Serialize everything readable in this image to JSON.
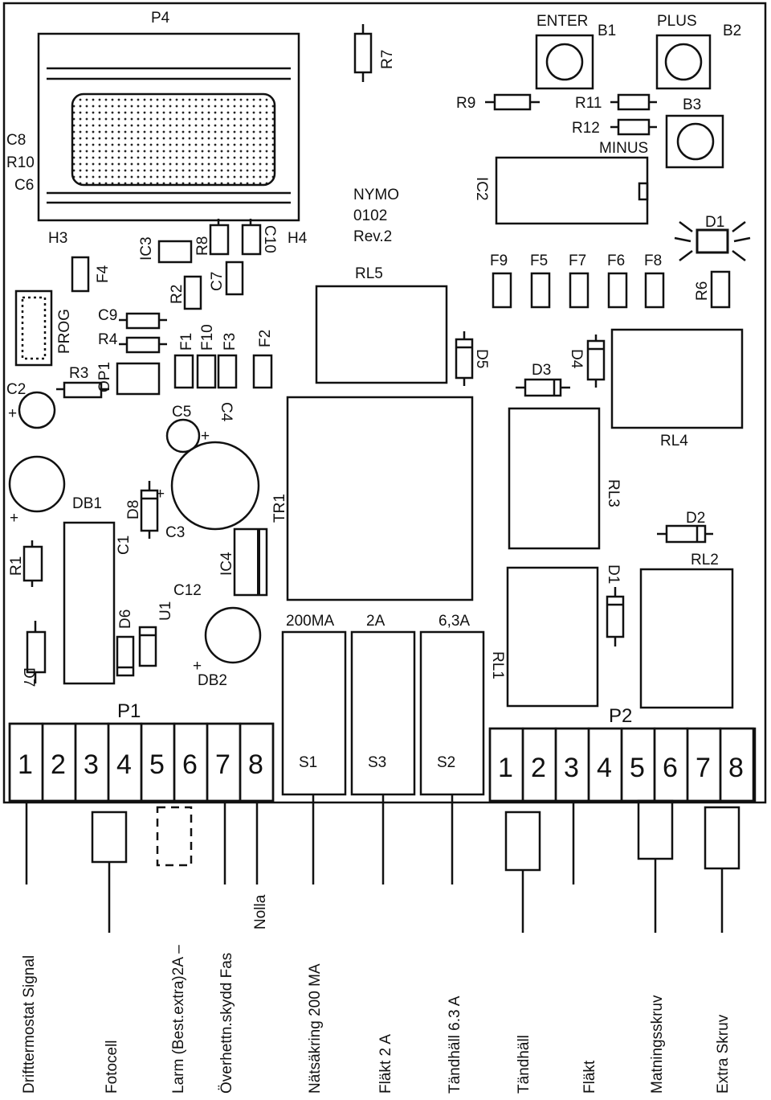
{
  "board": {
    "title_lines": [
      "NYMO",
      "0102",
      "Rev.2"
    ],
    "display_label": "P4",
    "display_side_labels": [
      "C8",
      "R10",
      "C6"
    ],
    "mount_holes": [
      "H3",
      "H4"
    ],
    "buttons": [
      {
        "ref": "B1",
        "label": "ENTER"
      },
      {
        "ref": "B2",
        "label": "PLUS"
      },
      {
        "ref": "B3",
        "label": "MINUS"
      }
    ],
    "resistors": [
      "R7",
      "R9",
      "R11",
      "R12",
      "R6",
      "R8",
      "R2",
      "R4",
      "R3",
      "R1"
    ],
    "capacitors": [
      "C10",
      "C7",
      "C9",
      "C2",
      "C5",
      "C4",
      "C3",
      "C1",
      "C12"
    ],
    "ics": [
      "IC2",
      "IC3",
      "IC4",
      "OP1"
    ],
    "diodes": [
      "D1",
      "D2",
      "D3",
      "D4",
      "D5",
      "D6",
      "D7",
      "D8"
    ],
    "relays": [
      "RL1",
      "RL2",
      "RL3",
      "RL4",
      "RL5"
    ],
    "fuse_holders": [
      "F1",
      "F10",
      "F3",
      "F2",
      "F9",
      "F5",
      "F7",
      "F6",
      "F8",
      "F4"
    ],
    "bridges": [
      "DB1",
      "DB2"
    ],
    "transformer": "TR1",
    "regulator": "U1",
    "prog_label": "PROG",
    "fuses": [
      {
        "rating": "200MA",
        "ref": "S1"
      },
      {
        "rating": "2A",
        "ref": "S3"
      },
      {
        "rating": "6,3A",
        "ref": "S2"
      }
    ],
    "connectors": [
      {
        "ref": "P1",
        "pins": [
          "1",
          "2",
          "3",
          "4",
          "5",
          "6",
          "7",
          "8"
        ]
      },
      {
        "ref": "P2",
        "pins": [
          "1",
          "2",
          "3",
          "4",
          "5",
          "6",
          "7",
          "8"
        ]
      }
    ]
  },
  "wiring_labels": [
    "Drifttermostat  Signal",
    "Fotocell",
    "Larm (Best.extra)2A  –",
    "Överhettn.skydd  Fas",
    "Nolla",
    "Nätsäkring  200  MA",
    "Fläkt  2  A",
    "Tändhäll  6.3  A",
    "Tändhäll",
    "Fläkt",
    "Matningsskruv",
    "Extra  Skruv"
  ]
}
